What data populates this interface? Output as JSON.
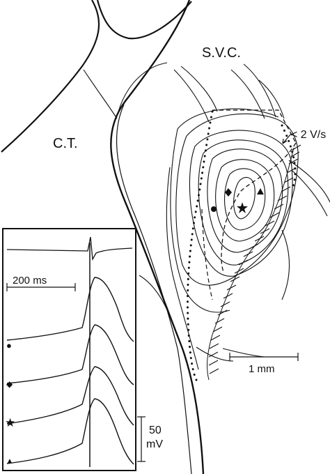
{
  "labels": {
    "svc": "S.V.C.",
    "ct": "C.T.",
    "dvdt": "< 2 V/s",
    "time_scale": "200 ms",
    "length_scale": "1 mm",
    "voltage_scale_value": "50",
    "voltage_scale_unit": "mV"
  },
  "trace_markers": [
    "●",
    "◆",
    "★",
    "▲"
  ],
  "colors": {
    "ink": "#111111",
    "background": "#ffffff"
  }
}
